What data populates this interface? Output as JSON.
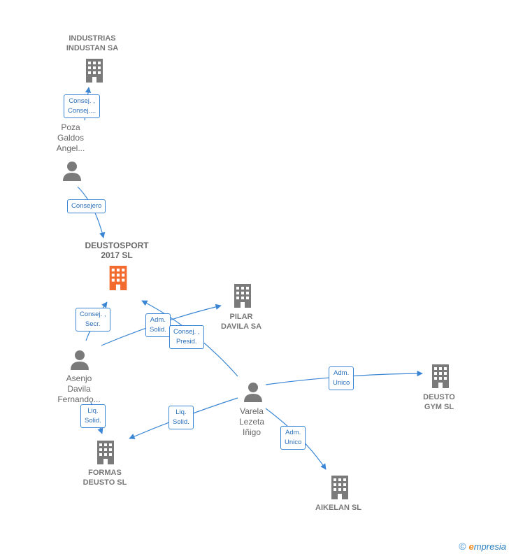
{
  "nodes": {
    "industrias": {
      "lines": [
        "INDUSTRIAS",
        "INDUSTAN SA"
      ]
    },
    "poza": {
      "lines": [
        "Poza",
        "Galdos",
        "Angel..."
      ]
    },
    "deustosport": {
      "lines": [
        "DEUSTOSPORT",
        "2017  SL"
      ]
    },
    "pilar": {
      "lines": [
        "PILAR",
        "DAVILA SA"
      ]
    },
    "asenjo": {
      "lines": [
        "Asenjo",
        "Davila",
        "Fernando..."
      ]
    },
    "varela": {
      "lines": [
        "Varela",
        "Lezeta",
        "Iñigo"
      ]
    },
    "deustogym": {
      "lines": [
        "DEUSTO",
        "GYM  SL"
      ]
    },
    "formas": {
      "lines": [
        "FORMAS",
        "DEUSTO  SL"
      ]
    },
    "aikelan": {
      "lines": [
        "AIKELAN  SL"
      ]
    }
  },
  "relations": {
    "poza_industrias": {
      "lines": [
        "Consej. ,",
        "Consej...."
      ]
    },
    "poza_deustosport": {
      "lines": [
        "Consejero"
      ]
    },
    "asenjo_deustosport": {
      "lines": [
        "Consej. ,",
        "Secr."
      ]
    },
    "asenjo_pilar": {
      "lines": [
        "Adm.",
        "Solid."
      ]
    },
    "varela_deustosport": {
      "lines": [
        "Consej. ,",
        "Presid."
      ]
    },
    "asenjo_formas": {
      "lines": [
        "Liq.",
        "Solid."
      ]
    },
    "varela_formas": {
      "lines": [
        "Liq.",
        "Solid."
      ]
    },
    "varela_deustogym": {
      "lines": [
        "Adm.",
        "Unico"
      ]
    },
    "varela_aikelan": {
      "lines": [
        "Adm.",
        "Unico"
      ]
    }
  },
  "footer": {
    "copyright": "©",
    "brand_initial": "e",
    "brand_rest": "mpresia"
  },
  "colors": {
    "company": "#7a7a7a",
    "focus_company": "#f26a2e",
    "person": "#7a7a7a",
    "edge": "#3a86d4"
  }
}
